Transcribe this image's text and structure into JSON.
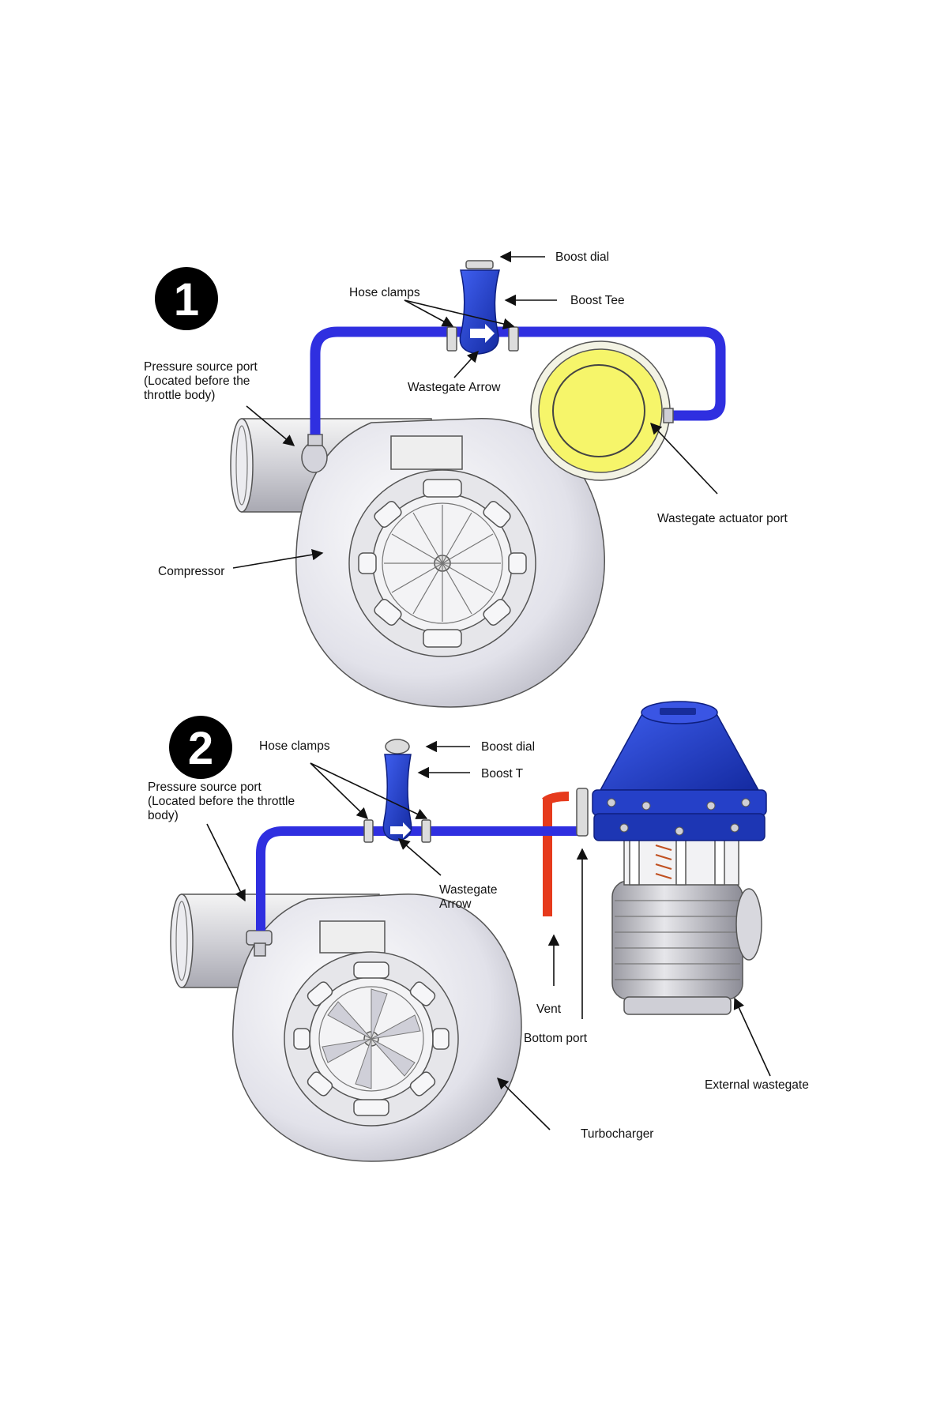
{
  "diagram1": {
    "badge": "1",
    "labels": {
      "boost_dial": "Boost dial",
      "boost_tee": "Boost Tee",
      "hose_clamps": "Hose clamps",
      "pressure_source_port": [
        "Pressure source port",
        "(Located before the",
        "throttle body)"
      ],
      "wastegate_arrow": "Wastegate Arrow",
      "wastegate_actuator_port": "Wastegate actuator port",
      "compressor": "Compressor"
    }
  },
  "diagram2": {
    "badge": "2",
    "labels": {
      "hose_clamps": "Hose clamps",
      "boost_dial": "Boost dial",
      "boost_t": "Boost T",
      "pressure_source_port": [
        "Pressure source port",
        "(Located before the throttle",
        "body)"
      ],
      "wastegate_arrow": [
        "Wastegate",
        "Arrow"
      ],
      "vent": "Vent",
      "bottom_port": "Bottom port",
      "external_wastegate": "External wastegate",
      "turbocharger": "Turbocharger"
    }
  },
  "colors": {
    "hose_blue": "#2f2fe0",
    "wastegate_blue": "#1f3fc0",
    "actuator_yellow": "#f6f56a",
    "vent_red": "#e63a1c",
    "housing_gray": "#d9d9df",
    "badge_black": "#000000"
  }
}
